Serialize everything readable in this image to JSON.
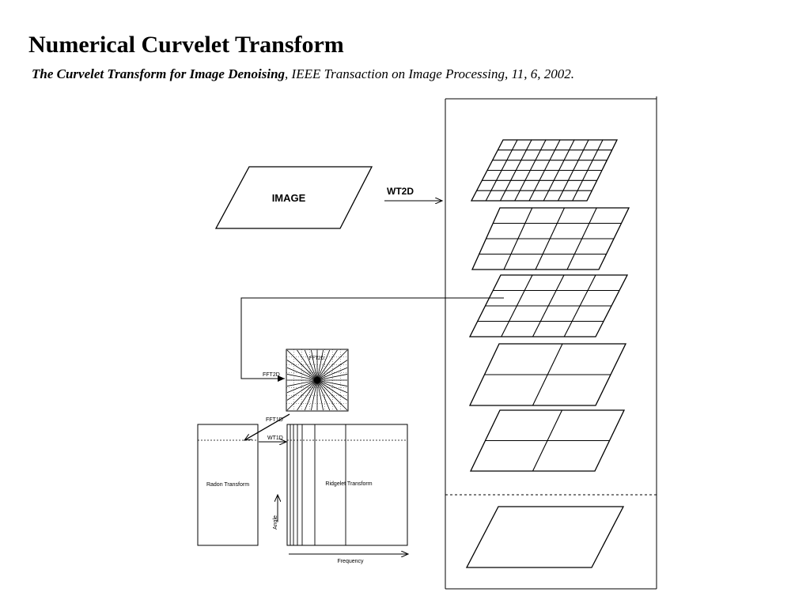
{
  "slide": {
    "title": "Numerical Curvelet Transform",
    "citation_bold": "The Curvelet Transform for Image Denoising",
    "citation_rest": ",  IEEE Transaction on  Image Processing, 11, 6, 2002."
  },
  "diagram": {
    "image_label": "IMAGE",
    "wt2d_label": "WT2D",
    "fft2d_label": "FFT2D",
    "fft_inner_label": "FFT2D",
    "fft1d_label": "FFT1D",
    "wt1d_label": "WT1D",
    "radon_label": "Radon Transform",
    "ridgelet_label": "Ridgelet Transform",
    "angle_label": "Angle",
    "frequency_label": "Frequency"
  }
}
